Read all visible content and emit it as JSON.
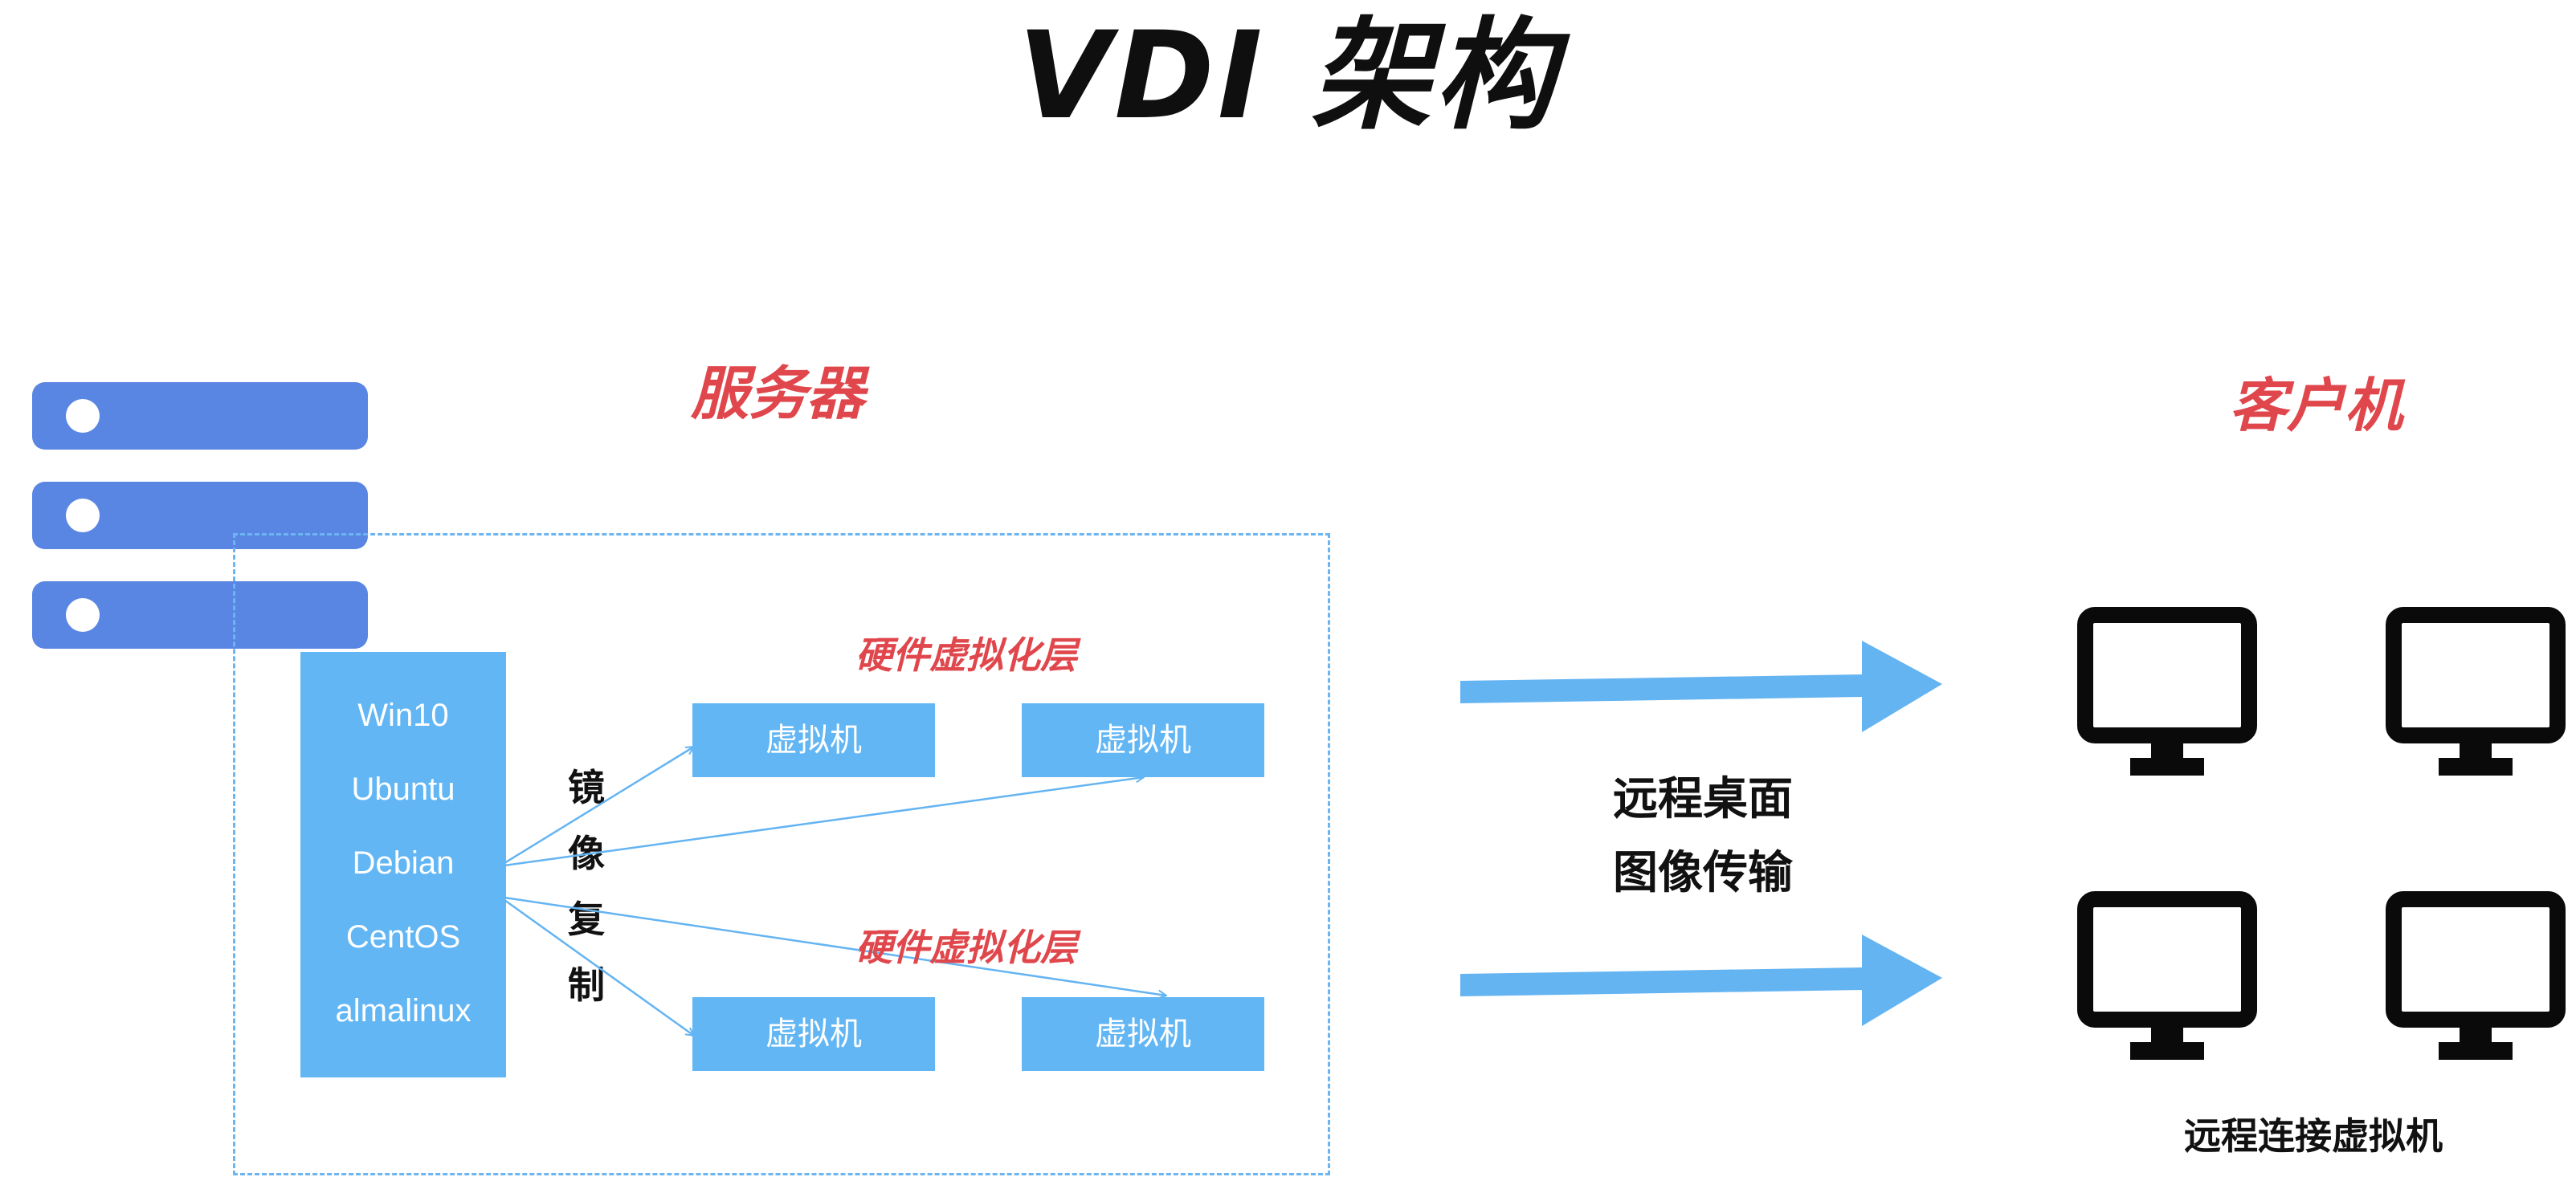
{
  "title": "VDI 架构",
  "server_label": "服务器",
  "client_label": "客户机",
  "os_images": [
    "Win10",
    "Ubuntu",
    "Debian",
    "CentOS",
    "almalinux"
  ],
  "copy_label": [
    "镜",
    "像",
    "复",
    "制"
  ],
  "layers": [
    {
      "label": "硬件虚拟化层",
      "vms": [
        "虚拟机",
        "虚拟机"
      ]
    },
    {
      "label": "硬件虚拟化层",
      "vms": [
        "虚拟机",
        "虚拟机"
      ]
    }
  ],
  "transfer_label": [
    "远程桌面",
    "图像传输"
  ],
  "client_caption": "远程连接虚拟机",
  "colors": {
    "server_bar": "#5a86e3",
    "panel_blue": "#62b6f4",
    "accent_red": "#e0474c",
    "arrow_blue": "#64b4f2",
    "monitor": "#0a0a0a"
  }
}
